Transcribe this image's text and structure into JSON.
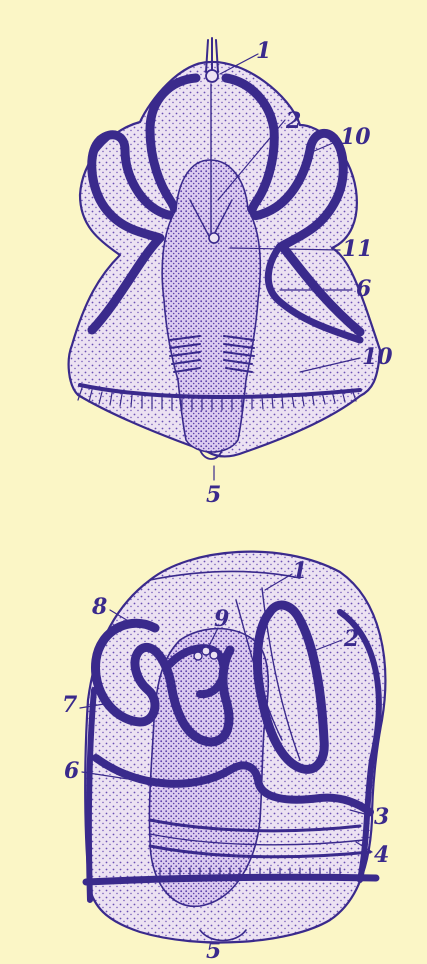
{
  "figure": {
    "background": "#fbf6c6",
    "ink": "#3a2a8c",
    "ink_dark": "#2a1470",
    "fill": "#d8c8ec",
    "fill_light": "#ece2f2"
  },
  "labels": {
    "top": {
      "l1": "1",
      "l2": "2",
      "l10a": "10",
      "l11": "11",
      "l6": "6",
      "l10b": "10",
      "l5": "5"
    },
    "bottom": {
      "l1": "1",
      "l8": "8",
      "l9": "9",
      "l2": "2",
      "l7": "7",
      "l6": "6",
      "l3": "3",
      "l4": "4",
      "l5": "5"
    }
  }
}
